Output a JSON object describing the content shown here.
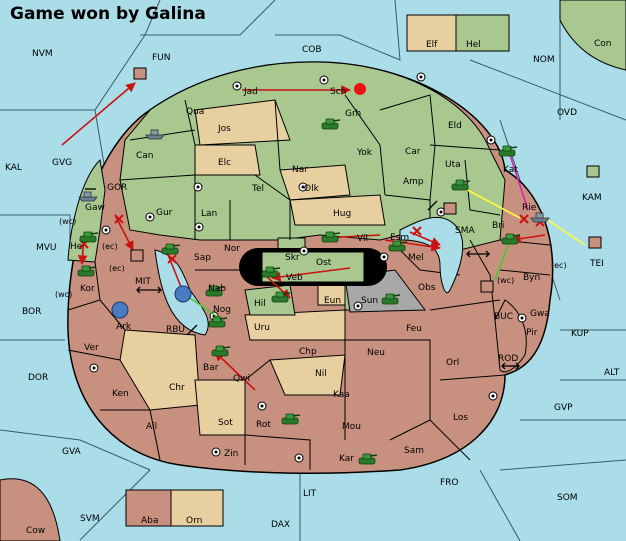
{
  "title": "Game won by Galina",
  "colors": {
    "sea": "#aadde8",
    "land_green": "#a8c890",
    "land_brown": "#c8917f",
    "land_tan": "#e8cfa0",
    "land_gray": "#a8a8a8",
    "border": "#000000",
    "order_red": "#cc1111",
    "order_yellow": "#ffff33",
    "order_magenta": "#dd22aa",
    "order_green": "#44cc33"
  },
  "provinces": {
    "sea": [
      "NVM",
      "FUN",
      "COB",
      "NOM",
      "Con",
      "OVD",
      "KAL",
      "GVG",
      "KAM",
      "GOR",
      "MVU",
      "MIT",
      "SMA",
      "TEI",
      "BOR",
      "RBU",
      "BUC",
      "KUP",
      "DOR",
      "ROD",
      "ALT",
      "GVP",
      "GVA",
      "FRO",
      "SOM",
      "LIT",
      "SVM",
      "DAX",
      "Cow"
    ],
    "land": [
      "Elf",
      "Hel",
      "Jad",
      "Sch",
      "Qua",
      "Grh",
      "Jos",
      "Eld",
      "Can",
      "Yok",
      "Car",
      "Elc",
      "Nar",
      "Uta",
      "Kat",
      "Amp",
      "Tel",
      "Olk",
      "Gaw",
      "Gur",
      "Lan",
      "Hug",
      "Esm",
      "Bri",
      "Rie",
      "Nor",
      "Vil",
      "He",
      "Skr",
      "Ost",
      "Sap",
      "Mel",
      "Veb",
      "Byn",
      "Kor",
      "Nab",
      "Obs",
      "Hil",
      "Sun",
      "Eun",
      "Nog",
      "Ark",
      "Gwa",
      "Uru",
      "Feu",
      "Pir",
      "Ver",
      "Chp",
      "Neu",
      "Orl",
      "Bar",
      "Qwi",
      "Nil",
      "Chr",
      "Ken",
      "Kaa",
      "Los",
      "Ail",
      "Sot",
      "Rot",
      "Mou",
      "Zin",
      "Kar",
      "Sam",
      "Aba",
      "Orn"
    ]
  },
  "coast_labels": [
    "(wc)",
    "(ec)",
    "(ec)",
    "(wc)",
    "(wc)",
    "(ec)"
  ],
  "units": {
    "armies": 21,
    "fleets": 3,
    "dislodged": 3
  }
}
